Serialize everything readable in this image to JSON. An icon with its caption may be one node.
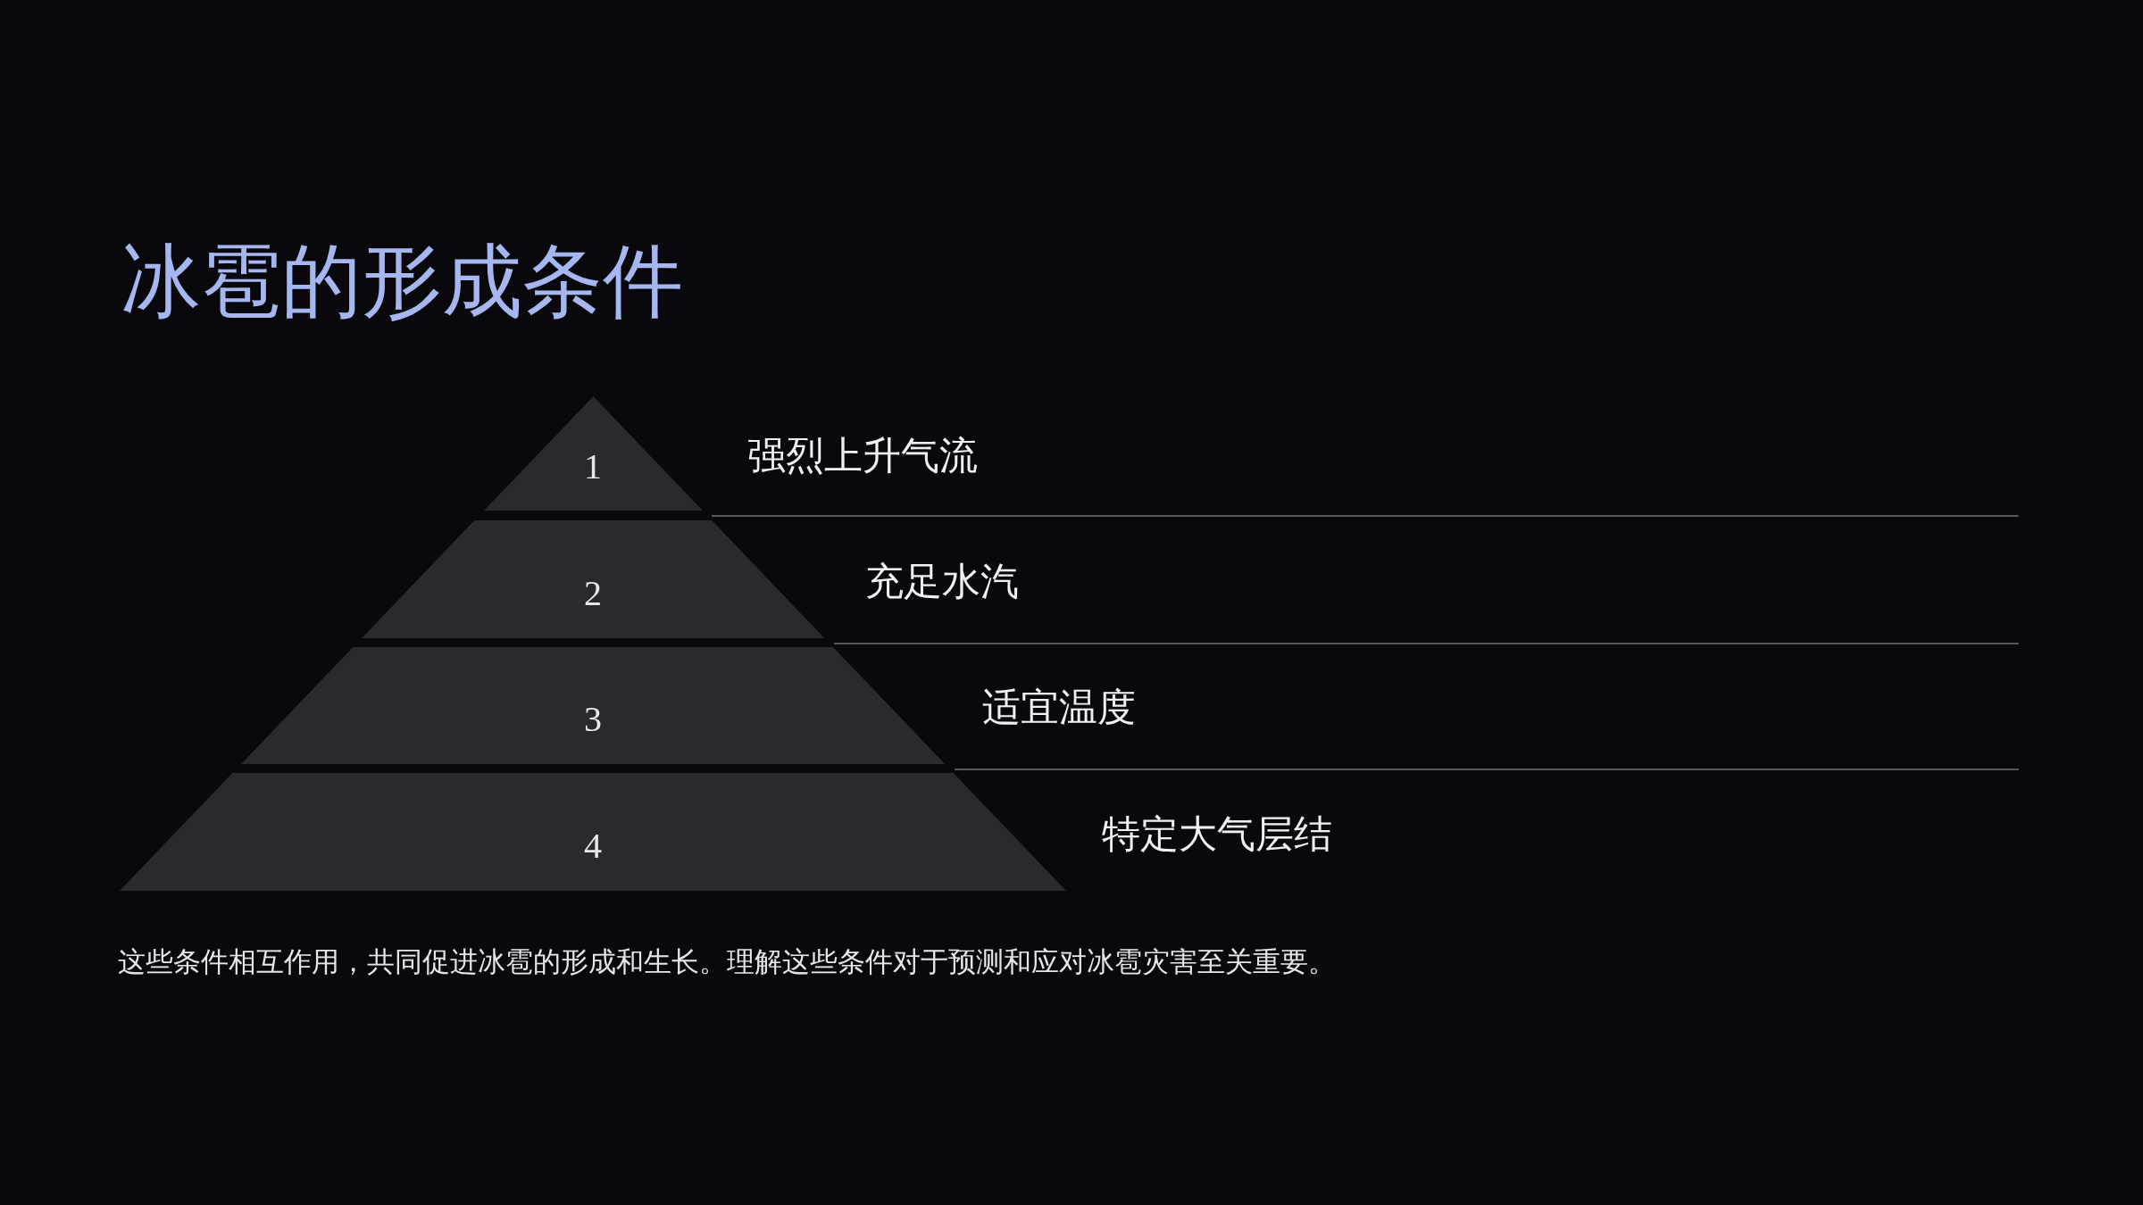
{
  "diagram": {
    "title": "冰雹的形成条件",
    "nodes": [
      {
        "text": [
          "1"
        ],
        "beside": [
          "强烈上升气流"
        ]
      },
      {
        "text": [
          "2"
        ],
        "beside": [
          "充足水汽"
        ]
      },
      {
        "text": [
          "3"
        ],
        "beside": [
          "适宜温度"
        ]
      },
      {
        "text": [
          "4"
        ],
        "beside": [
          "特定大气层结"
        ]
      }
    ],
    "caption": "这些条件相互作用，共同促进冰雹的形成和生长。理解这些条件对于预测和应对冰雹灾害至关重要。"
  }
}
